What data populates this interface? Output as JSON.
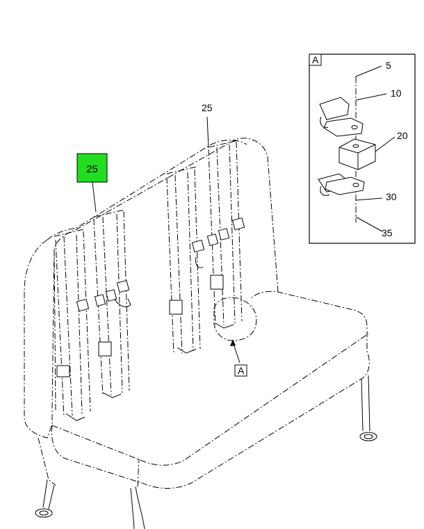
{
  "callouts": {
    "seat_back_top": "25",
    "seat_back_highlighted": "25",
    "detail_ref": "A"
  },
  "detail": {
    "title": "A",
    "items": [
      "5",
      "10",
      "20",
      "30",
      "35"
    ]
  },
  "colors": {
    "highlight": "#22dd22",
    "line": "#000000",
    "background": "#ffffff"
  }
}
